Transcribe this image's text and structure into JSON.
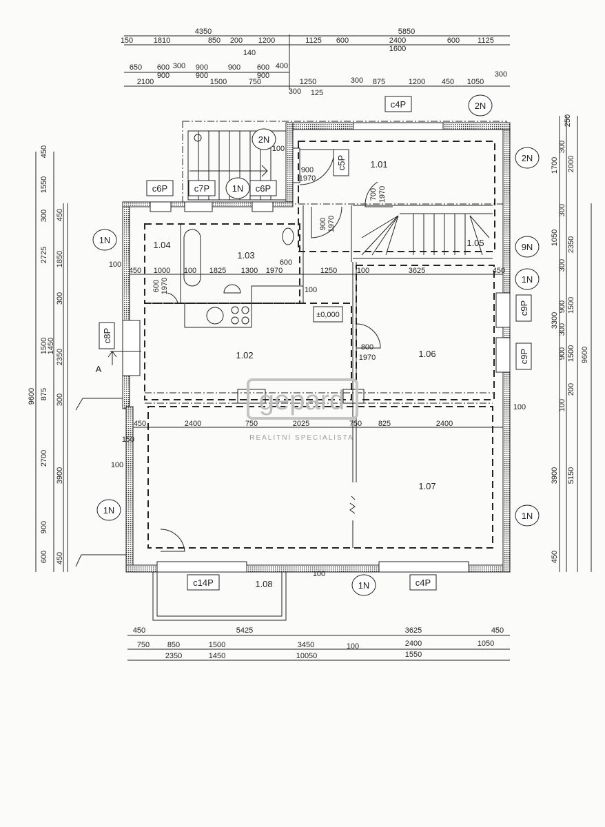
{
  "dims": {
    "top_totals": [
      "4350",
      "5850"
    ],
    "top_row1": [
      "150",
      "1810",
      "850",
      "200",
      "1200",
      "1125",
      "600",
      "2400",
      "600",
      "1125",
      "1600",
      "140"
    ],
    "top_row2": [
      "650",
      "600",
      "300",
      "900",
      "900",
      "600",
      "400",
      "900",
      "900",
      "900"
    ],
    "top_row3": [
      "2100",
      "1500",
      "750",
      "1250",
      "300",
      "875",
      "1200",
      "450",
      "1050",
      "300",
      "300",
      "125"
    ],
    "left": [
      "9600",
      "450",
      "1550",
      "300",
      "2725",
      "1500",
      "875",
      "2700",
      "900",
      "600",
      "1450",
      "450",
      "1850",
      "300",
      "2350",
      "300",
      "3900",
      "450"
    ],
    "right": [
      "250",
      "300",
      "1700",
      "2000",
      "300",
      "1050",
      "2350",
      "300",
      "3300",
      "900",
      "1500",
      "300",
      "900",
      "1500",
      "100",
      "200",
      "9600",
      "3900",
      "5150",
      "450"
    ],
    "bottom": [
      "450",
      "5425",
      "3625",
      "450",
      "750",
      "850",
      "1500",
      "3450",
      "100",
      "2400",
      "1050",
      "2350",
      "1450",
      "10050",
      "1550"
    ],
    "interior": [
      "450",
      "1000",
      "100",
      "1825",
      "1300",
      "1970",
      "1250",
      "100",
      "3625",
      "450",
      "100",
      "450",
      "2400",
      "750",
      "2025",
      "750",
      "825",
      "2400",
      "150",
      "100",
      "100",
      "100",
      "100",
      "100"
    ]
  },
  "rooms": [
    "1.01",
    "1.02",
    "1.03",
    "1.04",
    "1.05",
    "1.06",
    "1.07",
    "1.08"
  ],
  "window_tags": [
    "c4P",
    "c5P",
    "c6P",
    "c7P",
    "c6P",
    "c8P",
    "c9P",
    "c9P",
    "c14P",
    "c4P"
  ],
  "wall_tags": [
    "2N",
    "2N",
    "1N",
    "2N",
    "1N",
    "9N",
    "1N",
    "1N",
    "1N",
    "1N"
  ],
  "doors": [
    "900",
    "1970",
    "700",
    "1970",
    "900",
    "1970",
    "600",
    "1970",
    "800",
    "1970",
    "600"
  ],
  "level_mark": "±0,000",
  "section_mark": "A",
  "watermark": {
    "brand": "gepard",
    "tagline": "REALITNÍ SPECIALISTA"
  }
}
